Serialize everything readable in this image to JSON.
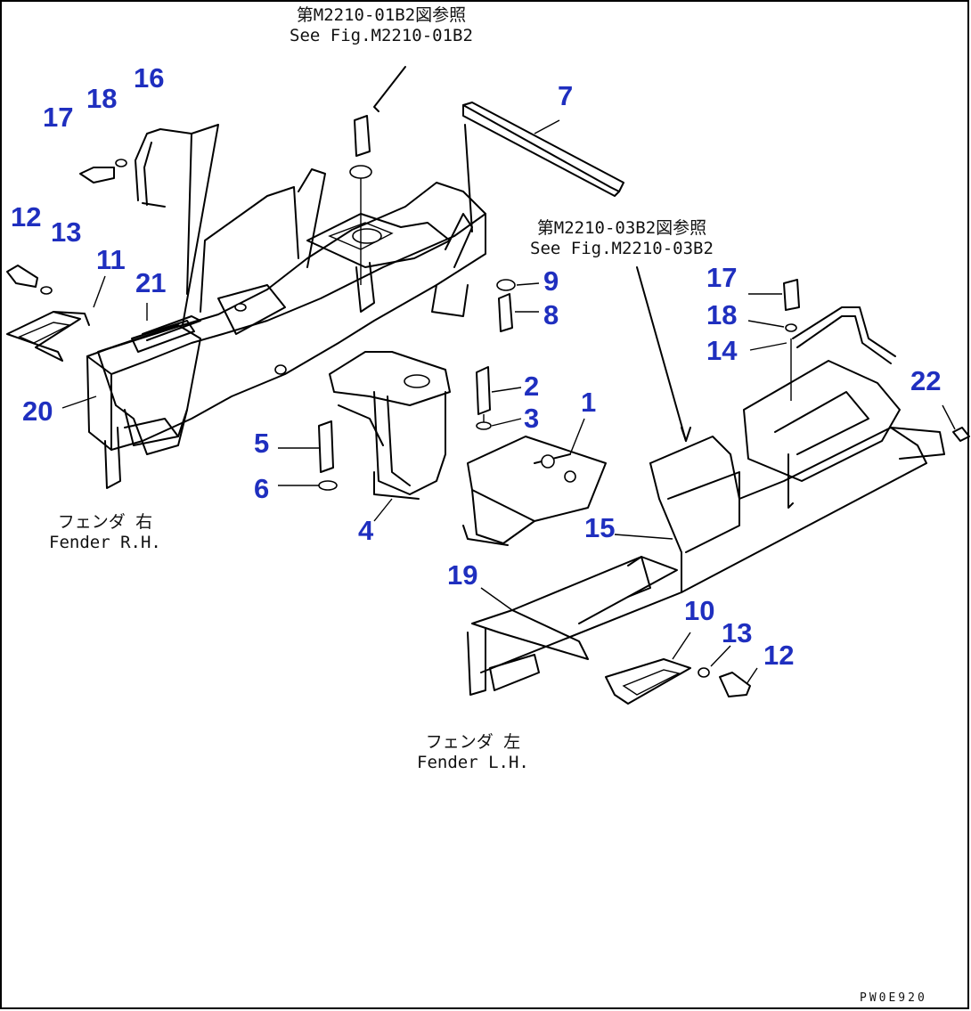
{
  "references": {
    "top": {
      "line1": "第M2210-01B2図参照",
      "line2": "See Fig.M2210-01B2"
    },
    "right": {
      "line1": "第M2210-03B2図参照",
      "line2": "See Fig.M2210-03B2"
    }
  },
  "fender_labels": {
    "right": {
      "jp": "フェンダ 右",
      "en": "Fender R.H."
    },
    "left": {
      "jp": "フェンダ 左",
      "en": "Fender L.H."
    }
  },
  "callouts": {
    "c1": "1",
    "c2": "2",
    "c3": "3",
    "c4": "4",
    "c5": "5",
    "c6": "6",
    "c7": "7",
    "c8": "8",
    "c9": "9",
    "c10": "10",
    "c11": "11",
    "c12_left": "12",
    "c12_right": "12",
    "c13_left": "13",
    "c13_right": "13",
    "c14": "14",
    "c15": "15",
    "c16": "16",
    "c17_left": "17",
    "c17_right": "17",
    "c18_left": "18",
    "c18_right": "18",
    "c19": "19",
    "c20": "20",
    "c21": "21",
    "c22": "22"
  },
  "drawing_code": "PW0E920",
  "colors": {
    "callout": "#1f2fbf",
    "line": "#000000"
  }
}
